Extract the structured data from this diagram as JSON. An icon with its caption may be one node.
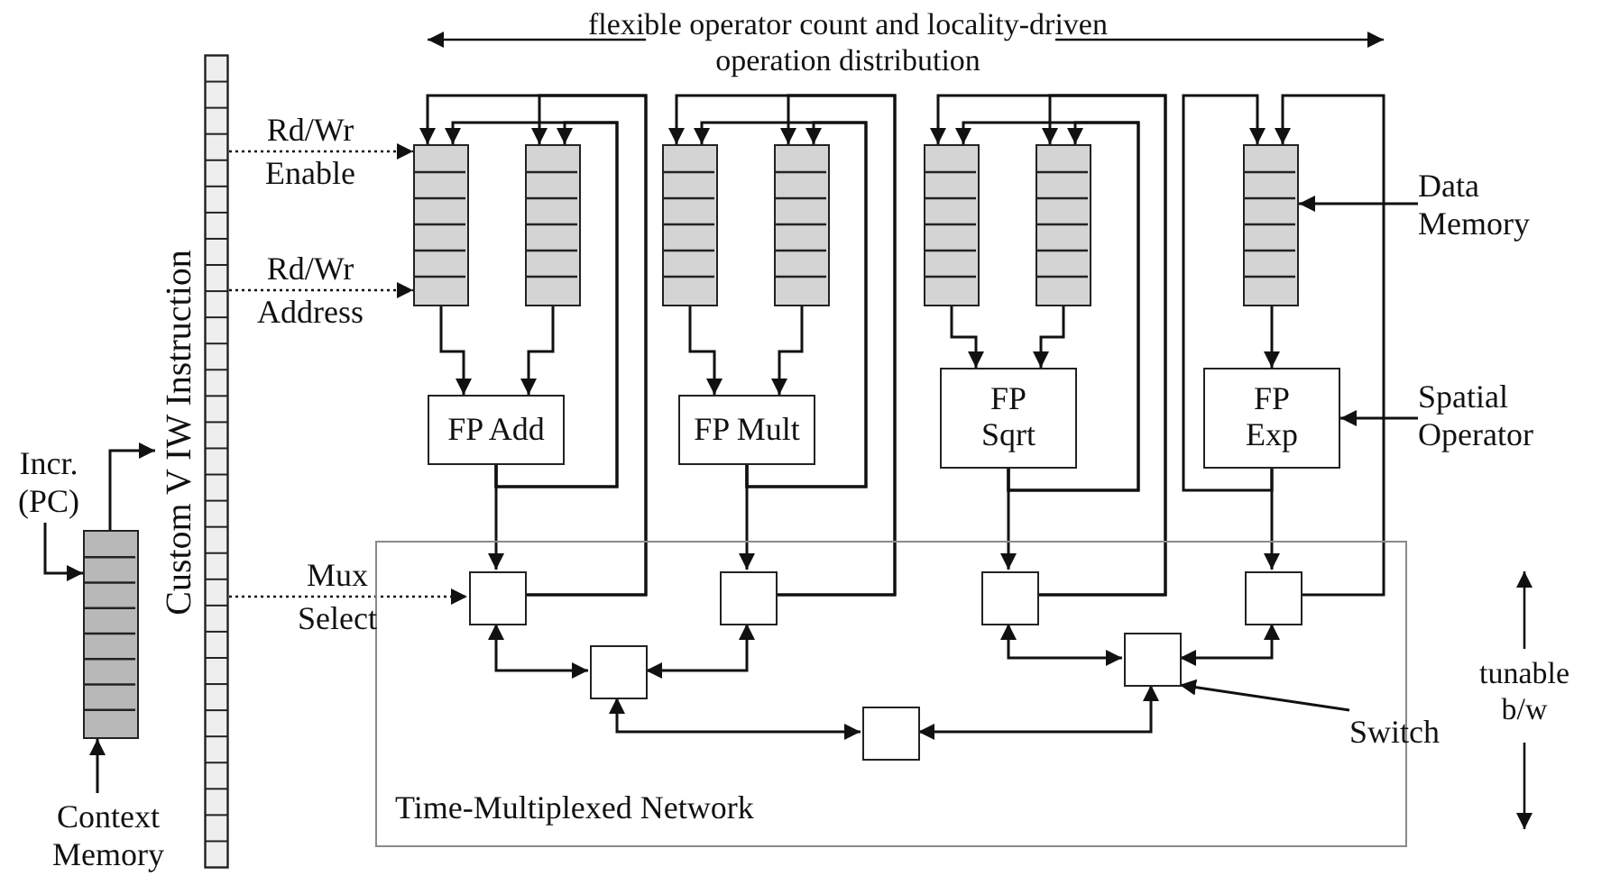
{
  "diagram": {
    "nodes": [
      {
        "text": [
          "Incr. (PC)"
        ]
      },
      {
        "text": [],
        "shape": "bar"
      },
      {
        "text": [
          "Context Memory"
        ]
      },
      {
        "text": [],
        "shape": "bar",
        "beside": [
          "Custom V IW Instruction"
        ]
      },
      {
        "text": [],
        "shape": "bar"
      },
      {
        "text": [],
        "shape": "bar"
      },
      {
        "text": [],
        "shape": "bar"
      },
      {
        "text": [],
        "shape": "bar"
      },
      {
        "text": [],
        "shape": "bar"
      },
      {
        "text": [],
        "shape": "bar"
      },
      {
        "text": [],
        "shape": "bar"
      },
      {
        "text": [
          "Data Memory"
        ]
      },
      {
        "text": [
          "FP Add"
        ]
      },
      {
        "text": [
          "FP Mult"
        ]
      },
      {
        "text": [
          "FP Sqrt"
        ]
      },
      {
        "text": [
          "FP Exp"
        ]
      },
      {
        "text": [
          "Spatial Operator"
        ]
      },
      {
        "text": [
          "Time-Multiplexed Network"
        ]
      },
      {
        "text": [],
        "shape": "box",
        "in": 17
      },
      {
        "text": [],
        "shape": "box",
        "in": 17
      },
      {
        "text": [],
        "shape": "box",
        "in": 17
      },
      {
        "text": [],
        "shape": "box",
        "in": 17
      },
      {
        "text": [],
        "shape": "box",
        "in": 17
      },
      {
        "text": [],
        "shape": "box",
        "in": 17
      },
      {
        "text": [],
        "shape": "box",
        "in": 17
      },
      {
        "text": [
          "Switch"
        ]
      }
    ],
    "edges": [
      {
        "from": 0,
        "to": 1,
        "arrow": "to"
      },
      {
        "from": 2,
        "to": 1,
        "arrow": "to"
      },
      {
        "from": 1,
        "to": 3,
        "arrow": "to"
      },
      {
        "from": 3,
        "to": 4,
        "arrow": "to",
        "label": "Rd/Wr Enable",
        "style": "dashed"
      },
      {
        "from": 3,
        "to": 4,
        "arrow": "to",
        "label": "Rd/Wr Address",
        "style": "dashed"
      },
      {
        "from": 3,
        "to": 18,
        "arrow": "to",
        "label": "Mux Select",
        "style": "dashed"
      },
      {
        "from": 4,
        "to": 12,
        "arrow": "to"
      },
      {
        "from": 5,
        "to": 12,
        "arrow": "to"
      },
      {
        "from": 12,
        "to": 18,
        "arrow": "to"
      },
      {
        "from": 12,
        "to": 4,
        "arrow": "to"
      },
      {
        "from": 12,
        "to": 5,
        "arrow": "to"
      },
      {
        "from": 18,
        "to": 4,
        "arrow": "to"
      },
      {
        "from": 18,
        "to": 5,
        "arrow": "to"
      },
      {
        "from": 6,
        "to": 13,
        "arrow": "to"
      },
      {
        "from": 7,
        "to": 13,
        "arrow": "to"
      },
      {
        "from": 13,
        "to": 19,
        "arrow": "to"
      },
      {
        "from": 13,
        "to": 6,
        "arrow": "to"
      },
      {
        "from": 13,
        "to": 7,
        "arrow": "to"
      },
      {
        "from": 19,
        "to": 6,
        "arrow": "to"
      },
      {
        "from": 19,
        "to": 7,
        "arrow": "to"
      },
      {
        "from": 8,
        "to": 14,
        "arrow": "to"
      },
      {
        "from": 9,
        "to": 14,
        "arrow": "to"
      },
      {
        "from": 14,
        "to": 20,
        "arrow": "to"
      },
      {
        "from": 14,
        "to": 8,
        "arrow": "to"
      },
      {
        "from": 14,
        "to": 9,
        "arrow": "to"
      },
      {
        "from": 20,
        "to": 8,
        "arrow": "to"
      },
      {
        "from": 20,
        "to": 9,
        "arrow": "to"
      },
      {
        "from": 10,
        "to": 15,
        "arrow": "to"
      },
      {
        "from": 15,
        "to": 21,
        "arrow": "to"
      },
      {
        "from": 15,
        "to": 10,
        "arrow": "to"
      },
      {
        "from": 21,
        "to": 10,
        "arrow": "to"
      },
      {
        "from": 18,
        "to": 22,
        "arrow": "both"
      },
      {
        "from": 19,
        "to": 22,
        "arrow": "both"
      },
      {
        "from": 22,
        "to": 24,
        "arrow": "both"
      },
      {
        "from": 24,
        "to": 23,
        "arrow": "both"
      },
      {
        "from": 20,
        "to": 23,
        "arrow": "both"
      },
      {
        "from": 21,
        "to": 23,
        "arrow": "both"
      },
      {
        "from": 11,
        "to": 10,
        "arrow": "to"
      },
      {
        "from": 16,
        "to": 15,
        "arrow": "to"
      },
      {
        "from": 25,
        "to": 23,
        "arrow": "to"
      }
    ],
    "labels": [
      "flexible operator count and locality-driven operation distribution",
      "tunable b/w"
    ]
  }
}
